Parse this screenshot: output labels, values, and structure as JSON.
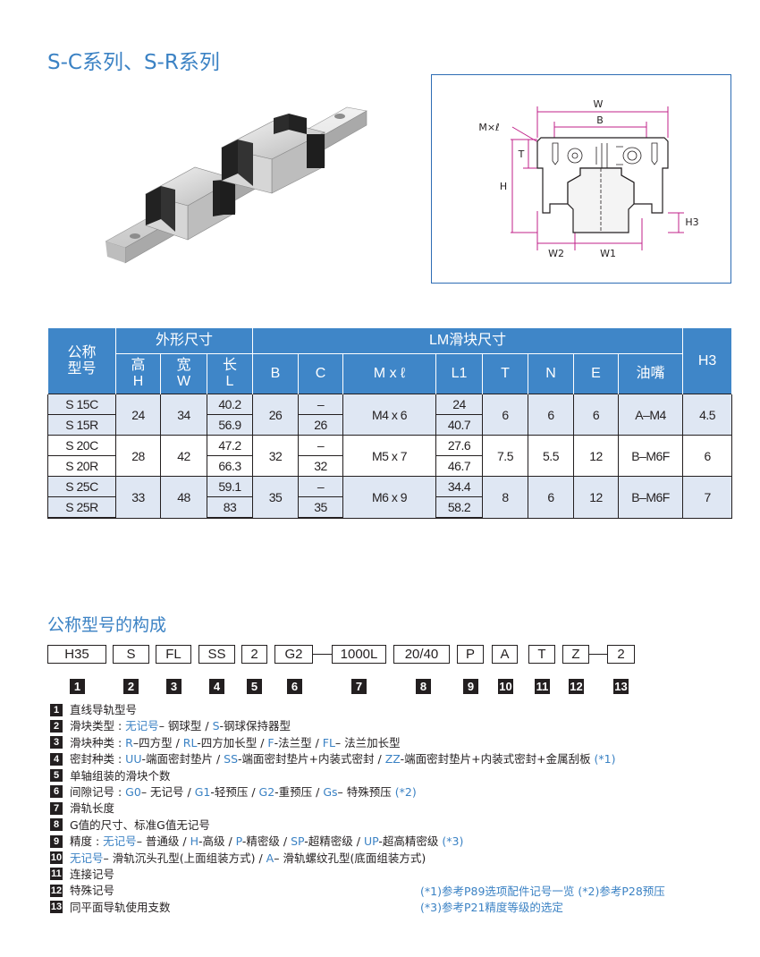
{
  "page": {
    "title": "S-C系列、S-R系列",
    "section_title": "公称型号的构成"
  },
  "drawing": {
    "labels": {
      "W": "W",
      "B": "B",
      "MxL": "M×ℓ",
      "T": "T",
      "H": "H",
      "H3": "H3",
      "W2": "W2",
      "W1": "W1"
    }
  },
  "table": {
    "headers": {
      "model": "公称\n型号",
      "outer": "外形尺寸",
      "lm": "LM滑块尺寸",
      "height": "高\nH",
      "width": "宽\nW",
      "length": "长\nL",
      "B": "B",
      "C": "C",
      "MxL": "M x ℓ",
      "L1": "L1",
      "T": "T",
      "N": "N",
      "E": "E",
      "grease": "油嘴",
      "H3": "H3"
    },
    "groups": [
      {
        "models": [
          "S 15C",
          "S 15R"
        ],
        "H": "24",
        "W": "34",
        "L": [
          "40.2",
          "56.9"
        ],
        "B": "26",
        "C": [
          "–",
          "26"
        ],
        "MxL": "M4 x 6",
        "L1": [
          "24",
          "40.7"
        ],
        "T": "6",
        "N": "6",
        "E": "6",
        "grease": "A–M4",
        "H3": "4.5"
      },
      {
        "models": [
          "S 20C",
          "S 20R"
        ],
        "H": "28",
        "W": "42",
        "L": [
          "47.2",
          "66.3"
        ],
        "B": "32",
        "C": [
          "–",
          "32"
        ],
        "MxL": "M5 x 7",
        "L1": [
          "27.6",
          "46.7"
        ],
        "T": "7.5",
        "N": "5.5",
        "E": "12",
        "grease": "B–M6F",
        "H3": "6"
      },
      {
        "models": [
          "S 25C",
          "S 25R"
        ],
        "H": "33",
        "W": "48",
        "L": [
          "59.1",
          "83"
        ],
        "B": "35",
        "C": [
          "–",
          "35"
        ],
        "MxL": "M6 x 9",
        "L1": [
          "34.4",
          "58.2"
        ],
        "T": "8",
        "N": "6",
        "E": "12",
        "grease": "B–M6F",
        "H3": "7"
      }
    ]
  },
  "model_code": {
    "boxes": [
      "H35",
      "S",
      "FL",
      "SS",
      "2",
      "G2",
      "1000L",
      "20/40",
      "P",
      "A",
      "T",
      "Z",
      "2"
    ],
    "numbers": [
      "1",
      "2",
      "3",
      "4",
      "5",
      "6",
      "7",
      "8",
      "9",
      "10",
      "11",
      "12",
      "13"
    ]
  },
  "legend": [
    {
      "n": "1",
      "parts": [
        [
          "直线导轨型号",
          0
        ]
      ]
    },
    {
      "n": "2",
      "parts": [
        [
          "滑块类型 : ",
          0
        ],
        [
          "无记号",
          1
        ],
        [
          "– 钢球型 / ",
          0
        ],
        [
          "S",
          1
        ],
        [
          "-钢球保持器型",
          0
        ]
      ]
    },
    {
      "n": "3",
      "parts": [
        [
          "滑块种类 : ",
          0
        ],
        [
          "R",
          1
        ],
        [
          "–四方型 / ",
          0
        ],
        [
          "RL",
          1
        ],
        [
          "-四方加长型 / ",
          0
        ],
        [
          "F",
          1
        ],
        [
          "-法兰型 / ",
          0
        ],
        [
          "FL",
          1
        ],
        [
          "– 法兰加长型",
          0
        ]
      ]
    },
    {
      "n": "4",
      "parts": [
        [
          "密封种类 : ",
          0
        ],
        [
          "UU",
          1
        ],
        [
          "-端面密封垫片 / ",
          0
        ],
        [
          "SS",
          1
        ],
        [
          "-端面密封垫片+内装式密封 / ",
          0
        ],
        [
          "ZZ",
          1
        ],
        [
          "-端面密封垫片+内装式密封+金属刮板 ",
          0
        ],
        [
          "(*1)",
          1
        ]
      ]
    },
    {
      "n": "5",
      "parts": [
        [
          "单轴组装的滑块个数",
          0
        ]
      ]
    },
    {
      "n": "6",
      "parts": [
        [
          "间隙记号 : ",
          0
        ],
        [
          "G0",
          1
        ],
        [
          "– 无记号 / ",
          0
        ],
        [
          "G1",
          1
        ],
        [
          "-轻预压 / ",
          0
        ],
        [
          "G2",
          1
        ],
        [
          "-重预压 / ",
          0
        ],
        [
          "Gs",
          1
        ],
        [
          "– 特殊预压 ",
          0
        ],
        [
          "(*2)",
          1
        ]
      ]
    },
    {
      "n": "7",
      "parts": [
        [
          "滑轨长度",
          0
        ]
      ]
    },
    {
      "n": "8",
      "parts": [
        [
          "G值的尺寸、标准G值无记号",
          0
        ]
      ]
    },
    {
      "n": "9",
      "parts": [
        [
          "精度 : ",
          0
        ],
        [
          "无记号",
          1
        ],
        [
          "– 普通级 / ",
          0
        ],
        [
          "H",
          1
        ],
        [
          "-高级 / ",
          0
        ],
        [
          "P",
          1
        ],
        [
          "-精密级 / ",
          0
        ],
        [
          "SP",
          1
        ],
        [
          "-超精密级 / ",
          0
        ],
        [
          "UP",
          1
        ],
        [
          "-超高精密级 ",
          0
        ],
        [
          "(*3)",
          1
        ]
      ]
    },
    {
      "n": "10",
      "parts": [
        [
          "无记号",
          1
        ],
        [
          "– 滑轨沉头孔型(上面组装方式) / ",
          0
        ],
        [
          "A",
          1
        ],
        [
          "– 滑轨螺纹孔型(底面组装方式)",
          0
        ]
      ]
    },
    {
      "n": "11",
      "parts": [
        [
          "连接记号",
          0
        ]
      ]
    },
    {
      "n": "12",
      "parts": [
        [
          "特殊记号",
          0
        ]
      ]
    },
    {
      "n": "13",
      "parts": [
        [
          "同平面导轨使用支数",
          0
        ]
      ]
    }
  ],
  "notes": [
    "(*1)参考P89选项配件记号一览  (*2)参考P28预压",
    "(*3)参考P21精度等级的选定"
  ],
  "colors": {
    "accent": "#3b82c4",
    "header_bg": "#3f86c8",
    "band": "#dfe7f3",
    "dim_line": "#c1208a"
  }
}
